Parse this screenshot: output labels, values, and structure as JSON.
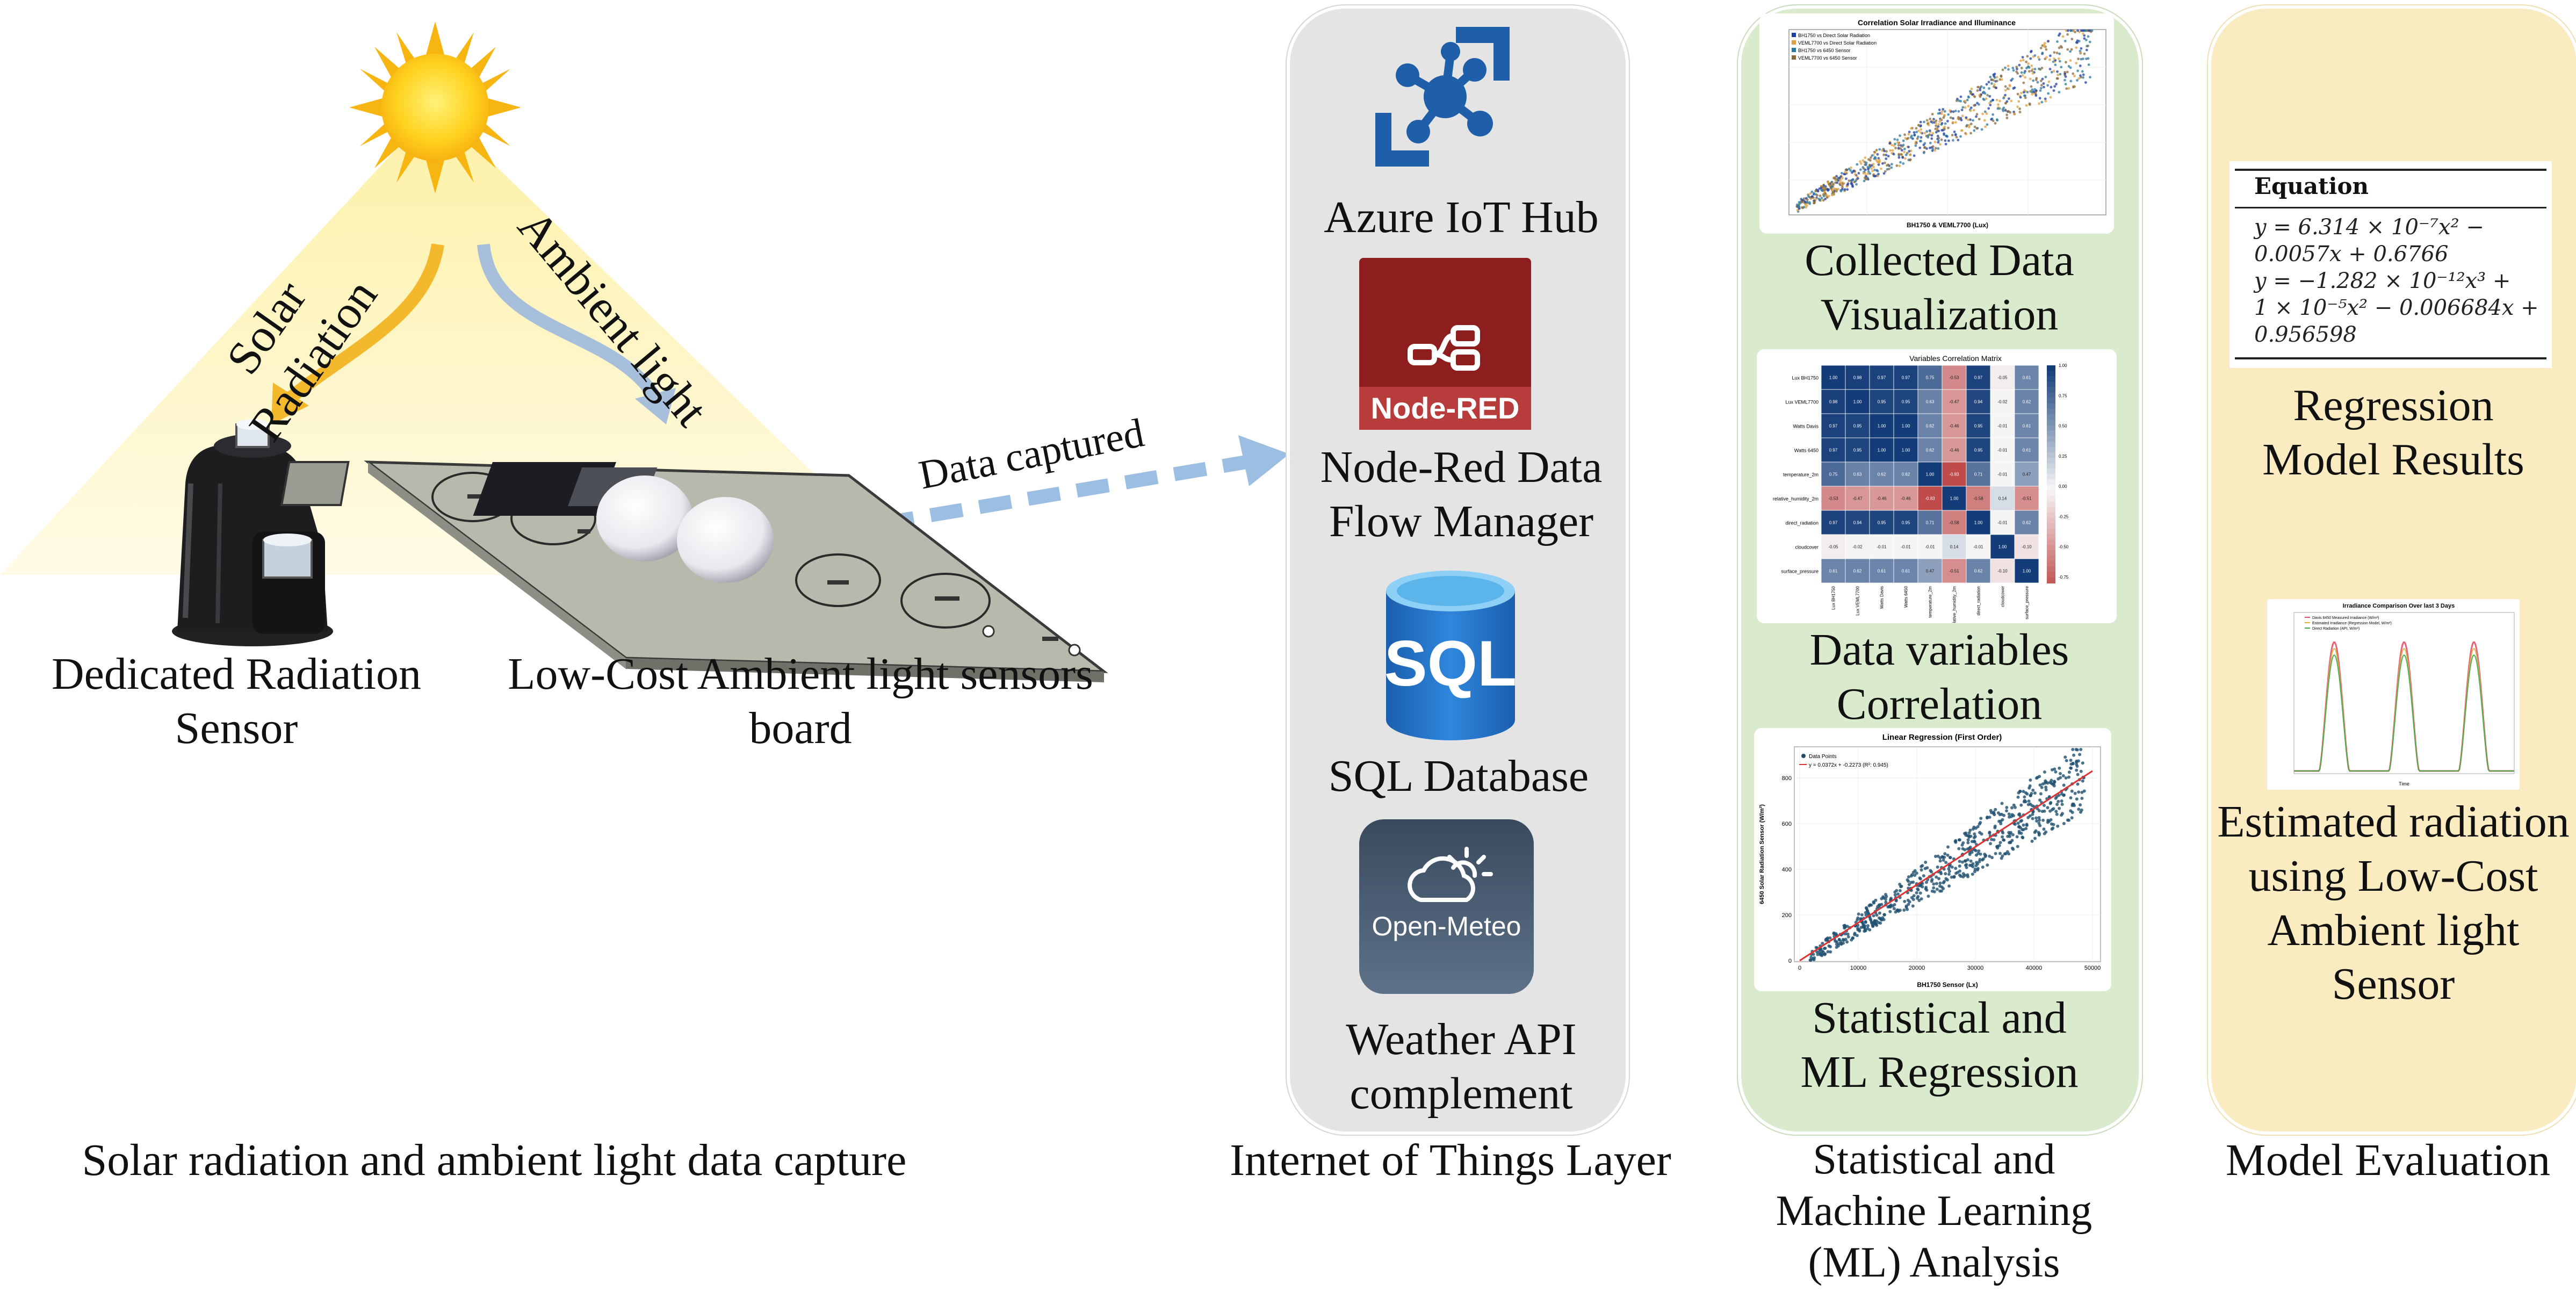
{
  "colors": {
    "sun": "#f9c21a",
    "sun_rays": "#f3a712",
    "light_cone": "#fdf4b4",
    "arrow_solar": "#f4b82c",
    "arrow_ambient": "#a8bfdc",
    "arrow_data": "#9dbee3",
    "iot_panel": "#e4e4e4",
    "ml_panel": "#d9ebcc",
    "eval_panel": "#fbebc1",
    "azure_blue": "#1f5ea8",
    "nodered_red": "#8e1e1e",
    "sql_blue": "#2a77cc",
    "meteo_bg": "#44566d"
  },
  "capture": {
    "solar_radiation_label": "Solar Radiation",
    "ambient_light_label": "Ambient light",
    "sensor_label": "Dedicated Radiation\nSensor",
    "board_label": "Low-Cost Ambient light sensors\nboard",
    "data_captured_label": "Data captured",
    "section_title": "Solar radiation and ambient light data capture"
  },
  "iot": {
    "azure_label": "Azure IoT Hub",
    "nodered_logo_text": "Node-RED",
    "nodered_label": "Node-Red Data\nFlow Manager",
    "sql_logo_text": "SQL",
    "sql_label": "SQL Database",
    "meteo_logo_text": "Open-Meteo",
    "weather_label": "Weather API\ncomplement",
    "section_title": "Internet of Things Layer"
  },
  "ml": {
    "scatter_title": "Correlation Solar Irradiance and Illuminance",
    "scatter_xlabel": "BH1750 & VEML7700 (Lux)",
    "scatter_legend": [
      "BH1750 vs Direct Solar Radiation",
      "VEML7700 vs Direct Solar Radiation",
      "BH1750 vs 6450 Sensor",
      "VEML7700 vs 6450 Sensor"
    ],
    "visualization_label": "Collected Data\nVisualization",
    "heatmap_title": "Variables Correlation Matrix",
    "heatmap_rows": [
      "Lux BH1750",
      "Lux VEML7700",
      "Watts Davis",
      "Watts 6450",
      "temperature_2m",
      "relative_humidity_2m",
      "direct_radiation",
      "cloudcover",
      "surface_pressure"
    ],
    "heatmap_values": [
      [
        "1.00",
        "0.98",
        "0.97",
        "0.97",
        "0.75",
        "-0.53",
        "0.97",
        "-0.05",
        "0.61"
      ],
      [
        "0.98",
        "1.00",
        "0.95",
        "0.95",
        "0.63",
        "-0.47",
        "0.94",
        "-0.02",
        "0.62"
      ],
      [
        "0.97",
        "0.95",
        "1.00",
        "1.00",
        "0.62",
        "-0.46",
        "0.95",
        "-0.01",
        "0.61"
      ],
      [
        "0.97",
        "0.95",
        "1.00",
        "1.00",
        "0.62",
        "-0.46",
        "0.95",
        "-0.01",
        "0.61"
      ],
      [
        "0.75",
        "0.63",
        "0.62",
        "0.62",
        "1.00",
        "-0.83",
        "0.71",
        "-0.01",
        "0.47"
      ],
      [
        "-0.53",
        "-0.47",
        "-0.46",
        "-0.46",
        "-0.83",
        "1.00",
        "-0.58",
        "0.14",
        "-0.51"
      ],
      [
        "0.97",
        "0.94",
        "0.95",
        "0.95",
        "0.71",
        "-0.58",
        "1.00",
        "-0.01",
        "0.62"
      ],
      [
        "-0.05",
        "-0.02",
        "-0.01",
        "-0.01",
        "-0.01",
        "0.14",
        "-0.01",
        "1.00",
        "-0.10"
      ],
      [
        "0.61",
        "0.62",
        "0.61",
        "0.61",
        "0.47",
        "-0.51",
        "0.62",
        "-0.10",
        "1.00"
      ]
    ],
    "heatmap_scale": [
      "1.00",
      "0.75",
      "0.50",
      "0.25",
      "0.00",
      "-0.25",
      "-0.50",
      "-0.75"
    ],
    "correlation_label": "Data variables\nCorrelation",
    "regression_title": "Linear Regression (First Order)",
    "regression_legend": [
      "Data Points",
      "y = 0.0372x + -0.2273 (R²: 0.945)"
    ],
    "regression_xlabel": "BH1750 Sensor (Lx)",
    "regression_ylabel": "6450 Solar Radiation Sensor (W/m²)",
    "regression_xticks": [
      "0",
      "10000",
      "20000",
      "30000",
      "40000",
      "50000"
    ],
    "regression_yticks": [
      "0",
      "200",
      "400",
      "600",
      "800"
    ],
    "statistical_label": "Statistical and\nML Regression",
    "section_title": "Statistical  and\nMachine Learning\n(ML) Analysis"
  },
  "eval": {
    "equation_header": "Equation",
    "equation_lines": [
      "y  =  6.314 × 10⁻⁷x²  −",
      "0.0057x + 0.6766",
      "y  =  −1.282 × 10⁻¹²x³ +",
      "1  ×  10⁻⁵x²  −  0.006684x +",
      "0.956598"
    ],
    "regression_results_label": "Regression\nModel Results",
    "comparison_title": "Irradiance Comparison Over last 3 Days",
    "comparison_legend": [
      "Davis 6450 Measured Irradiance (W/m²)",
      "Estimated Irradiance (Regression Model, W/m²)",
      "Direct Radiation (API, W/m²)"
    ],
    "comparison_xlabel": "Time",
    "estimated_label": "Estimated radiation\nusing Low-Cost\nAmbient light\nSensor",
    "section_title": "Model Evaluation"
  }
}
